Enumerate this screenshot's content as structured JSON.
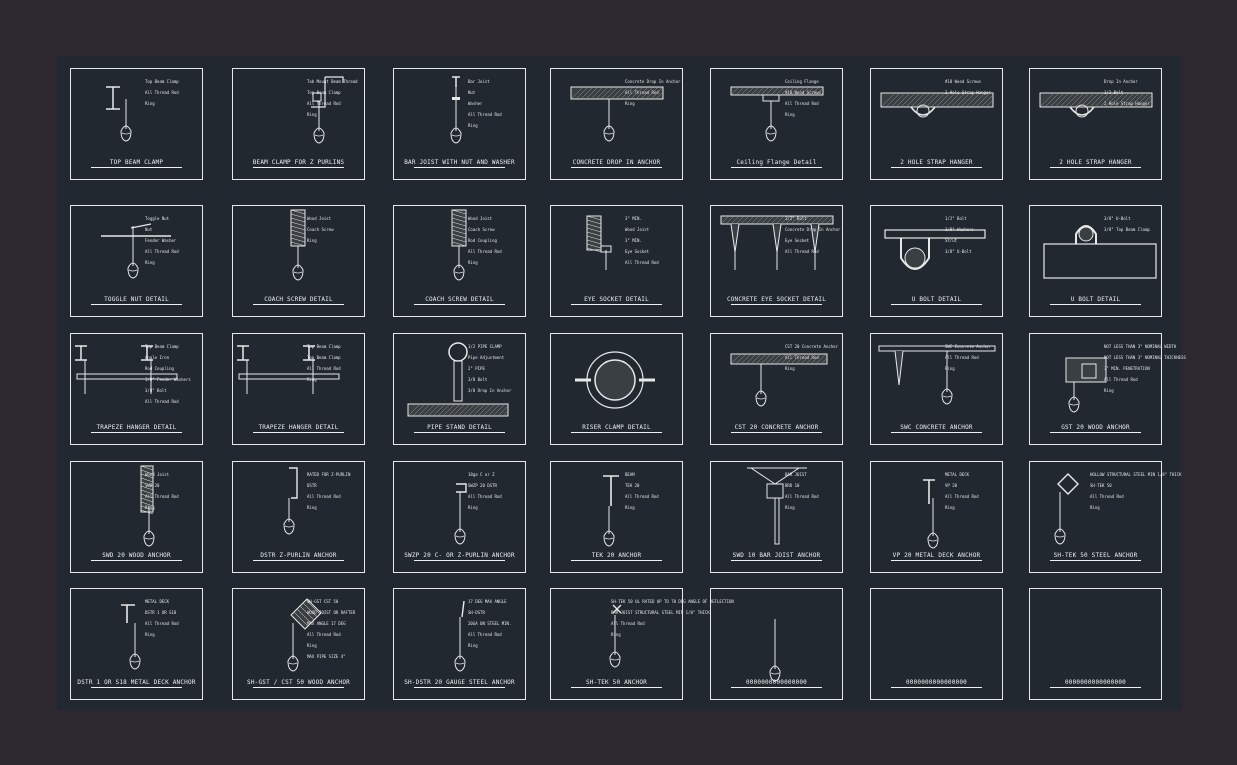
{
  "sheet": {
    "panels": [
      {
        "title": "TOP BEAM CLAMP",
        "kind": "beam",
        "labels": [
          "Top Beam Clamp",
          "All Thread Rod",
          "Ring"
        ]
      },
      {
        "title": "BEAM CLAMP FOR Z PURLINS",
        "kind": "zpurlin",
        "labels": [
          "Tab Mount Beam Thread",
          "Top Beam Clamp",
          "All Thread Rod",
          "Ring"
        ]
      },
      {
        "title": "BAR JOIST WITH NUT AND WASHER",
        "kind": "joist",
        "labels": [
          "Bar Joist",
          "Nut",
          "Washer",
          "All Thread Rod",
          "Ring"
        ]
      },
      {
        "title": "CONCRETE DROP IN ANCHOR",
        "kind": "concrete",
        "labels": [
          "Concrete Drop In Anchor",
          "All Thread Rod",
          "Ring"
        ]
      },
      {
        "title": "Ceiling Flange Detail",
        "kind": "flange",
        "labels": [
          "Ceiling Flange",
          "#10 Wood Screws",
          "All Thread Rod",
          "Ring"
        ]
      },
      {
        "title": "2 HOLE STRAP HANGER",
        "kind": "strap",
        "labels": [
          "#10 Wood Screws",
          "2 Hole Strap Hanger"
        ]
      },
      {
        "title": "2 HOLE STRAP HANGER",
        "kind": "strap",
        "labels": [
          "Drop In Anchor",
          "1/2 Bolt",
          "2 Hole Strap Hanger"
        ]
      },
      {
        "title": "TOGGLE NUT DETAIL",
        "kind": "toggle",
        "labels": [
          "Toggle Nut",
          "Nut",
          "Fender Washer",
          "All Thread Rod",
          "Ring"
        ]
      },
      {
        "title": "COACH SCREW DETAIL",
        "kind": "wood",
        "labels": [
          "Wood Joist",
          "Coach Screw",
          "Ring"
        ]
      },
      {
        "title": "COACH SCREW DETAIL",
        "kind": "wood",
        "labels": [
          "Wood Joist",
          "Coach Screw",
          "Rod Coupling",
          "All Thread Rod",
          "Ring"
        ]
      },
      {
        "title": "EYE SOCKET DETAIL",
        "kind": "eyesocket",
        "labels": [
          "3\" MIN.",
          "Wood Joist",
          "3\" MIN.",
          "Eye Socket",
          "All Thread Rod"
        ]
      },
      {
        "title": "CONCRETE EYE SOCKET DETAIL",
        "kind": "concreteeye",
        "labels": [
          "1/2\" Bolt",
          "Concrete Drop In Anchor",
          "Eye Socket",
          "All Thread Rod"
        ]
      },
      {
        "title": "U BOLT DETAIL",
        "kind": "ubolt",
        "labels": [
          "1/2\" Bolt",
          "3/8\" Washers",
          "Strut",
          "3/8\" U-Bolt"
        ]
      },
      {
        "title": "U BOLT DETAIL",
        "kind": "ubolt2",
        "labels": [
          "3/8\" U-Bolt",
          "3/8\" Top Beam Clamp"
        ]
      },
      {
        "title": "TRAPEZE HANGER DETAIL",
        "kind": "trapeze",
        "labels": [
          "Top Beam Clamp",
          "Angle Iron",
          "Rod Coupling",
          "3/8\" Fender Washers",
          "3/8\" Bolt",
          "All Thread Rod"
        ]
      },
      {
        "title": "TRAPEZE HANGER DETAIL",
        "kind": "trapeze2",
        "labels": [
          "Top Beam Clamp",
          "Top Beam Clamp",
          "All Thread Rod",
          "Ring"
        ]
      },
      {
        "title": "PIPE STAND DETAIL",
        "kind": "pipestand",
        "labels": [
          "1/2 PIPE CLAMP",
          "Pipe Adjustment",
          "2\" PIPE",
          "3/8 Bolt",
          "3/8 Drop In Anchor"
        ]
      },
      {
        "title": "RISER CLAMP DETAIL",
        "kind": "riser",
        "labels": []
      },
      {
        "title": "CST 20 CONCRETE ANCHOR",
        "kind": "cst",
        "labels": [
          "CST 20 Concrete Anchor",
          "All Thread Rod",
          "Ring"
        ]
      },
      {
        "title": "SWC CONCRETE ANCHOR",
        "kind": "swc",
        "labels": [
          "SWC Concrete Anchor",
          "All Thread Rod",
          "Ring"
        ]
      },
      {
        "title": "GST 20 WOOD ANCHOR",
        "kind": "gst",
        "labels": [
          "NOT LESS THAN 3\" NOMINAL WIDTH",
          "NOT LESS THAN 3\" NOMINAL THICKNESS",
          "3\" MIN. PENETRATION",
          "All Thread Rod",
          "Ring"
        ]
      },
      {
        "title": "SWD 20 WOOD ANCHOR",
        "kind": "swd",
        "labels": [
          "Wood Joist",
          "SWD 20",
          "All Thread Rod",
          "Ring"
        ]
      },
      {
        "title": "DSTR Z-PURLIN ANCHOR",
        "kind": "dstr",
        "labels": [
          "RATED FOR Z-PURLIN",
          "DSTR",
          "All Thread Rod",
          "Ring"
        ]
      },
      {
        "title": "SWZP 20 C- OR Z-PURLIN ANCHOR",
        "kind": "swzp",
        "labels": [
          "18ga C or Z",
          "SWZP 20 DSTR",
          "All Thread Rod",
          "Ring"
        ]
      },
      {
        "title": "TEK 20 ANCHOR",
        "kind": "tek",
        "labels": [
          "BEAM",
          "TEK 20",
          "All Thread Rod",
          "Ring"
        ]
      },
      {
        "title": "SWD 10 BAR JOIST ANCHOR",
        "kind": "swd10",
        "labels": [
          "BAR JOIST",
          "BRD 10",
          "All Thread Rod",
          "Ring"
        ]
      },
      {
        "title": "VP 20 METAL DECK ANCHOR",
        "kind": "vp",
        "labels": [
          "METAL DECK",
          "VP 20",
          "All Thread Rod",
          "Ring"
        ]
      },
      {
        "title": "SH-TEK 50 STEEL ANCHOR",
        "kind": "shtek",
        "labels": [
          "HOLLOW STRUCTURAL STEEL MIN 1/8\" THICK",
          "SH-TEK 50",
          "All Thread Rod",
          "Ring"
        ]
      },
      {
        "title": "DSTR 1 OR S18 METAL DECK ANCHOR",
        "kind": "dstr1",
        "labels": [
          "METAL DECK",
          "DSTR 1 OR S18",
          "All Thread Rod",
          "Ring"
        ]
      },
      {
        "title": "SH-GST / CST 50 WOOD ANCHOR",
        "kind": "shgst",
        "labels": [
          "SH-GST CST 50",
          "WOOD JOIST OR RAFTER",
          "MAX ANGLE 17 DEG",
          "All Thread Rod",
          "Ring",
          "MAX PIPE SIZE 4\""
        ]
      },
      {
        "title": "SH-DSTR 20 GAUGE STEEL ANCHOR",
        "kind": "shdstr",
        "labels": [
          "17 DEG MAX ANGLE",
          "SH-DSTR",
          "20GA ON STEEL MIN.",
          "All Thread Rod",
          "Ring"
        ]
      },
      {
        "title": "SH-TEK 50 ANCHOR",
        "kind": "shtek50",
        "labels": [
          "SH-TEK 50 UL RATED UP TO 70 DEG ANGLE OF DEFLECTION",
          "BAR JOIST STRUCTURAL STEEL MIN 1/8\" THICK",
          "All Thread Rod",
          "Ring"
        ]
      },
      {
        "title": "0000000000000000",
        "kind": "blank",
        "labels": []
      },
      {
        "title": "0000000000000000",
        "kind": "empty",
        "labels": []
      },
      {
        "title": "0000000000000000",
        "kind": "empty",
        "labels": []
      }
    ]
  },
  "colors": {
    "background": "#2d2730",
    "sheet": "#212830",
    "line": "#e8e8e8"
  }
}
